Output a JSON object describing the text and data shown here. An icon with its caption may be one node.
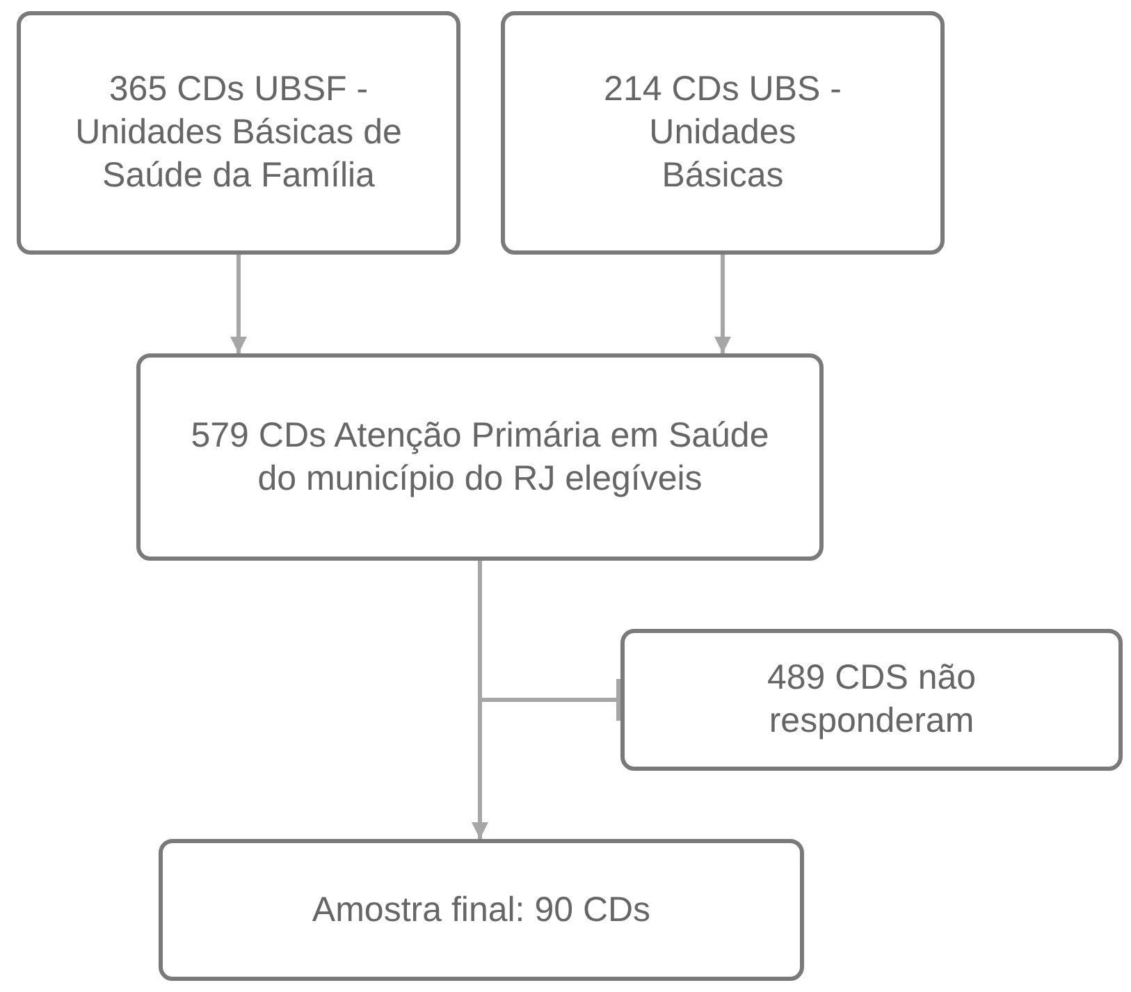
{
  "diagram": {
    "nodes": [
      {
        "text": [
          "365 CDs UBSF - Unidades Básicas de Saúde da Família"
        ]
      },
      {
        "text": [
          "214 CDs UBS - Unidades Básicas"
        ]
      },
      {
        "text": [
          "579 CDs Atenção Primária em Saúde do município do RJ elegíveis"
        ]
      },
      {
        "text": [
          "489 CDS não responderam"
        ]
      },
      {
        "text": [
          "Amostra final: 90 CDs"
        ]
      }
    ],
    "edges": [
      {
        "from": 0,
        "to": 2,
        "arrow": "to"
      },
      {
        "from": 1,
        "to": 2,
        "arrow": "to"
      },
      {
        "from": 2,
        "to": 3,
        "arrow": "other"
      },
      {
        "from": 2,
        "to": 4,
        "arrow": "to"
      }
    ]
  }
}
